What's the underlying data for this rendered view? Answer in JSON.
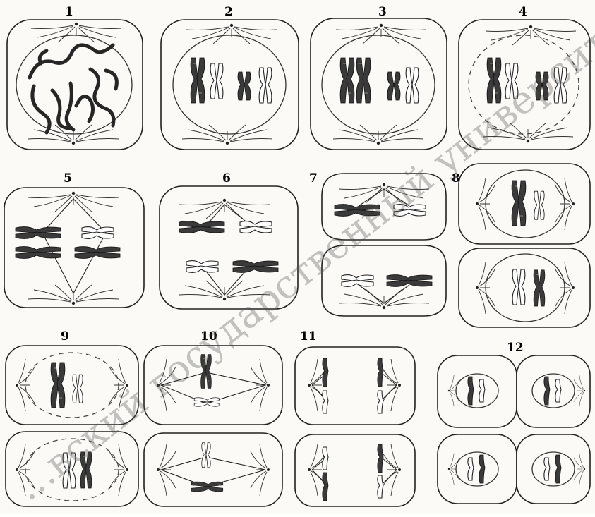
{
  "figure": {
    "stage_labels": [
      "1",
      "2",
      "3",
      "4",
      "5",
      "6",
      "7",
      "8",
      "9",
      "10",
      "11",
      "12"
    ],
    "watermark": "…вский государственный университет имени А."
  }
}
